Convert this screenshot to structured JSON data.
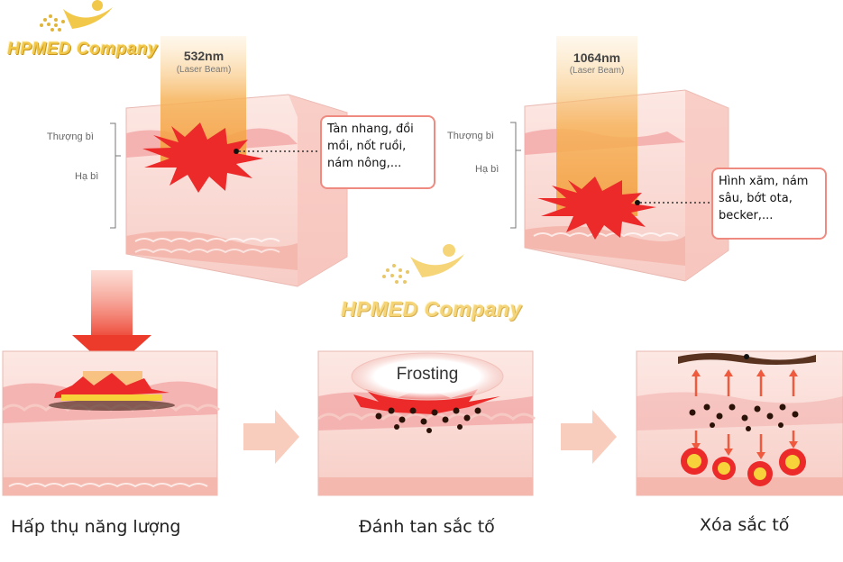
{
  "logo": {
    "text": "HPMED Company"
  },
  "watermark": {
    "text": "HPMED Company"
  },
  "left_block": {
    "beam_wavelength": "532nm",
    "beam_subtitle": "(Laser Beam)",
    "layer_upper": "Thượng bì",
    "layer_lower": "Hạ bì",
    "callout": [
      "Tàn nhang, đồi",
      "mồi, nốt ruồi,",
      "nám nông,..."
    ]
  },
  "right_block": {
    "beam_wavelength": "1064nm",
    "beam_subtitle": "(Laser Beam)",
    "layer_upper": "Thượng bì",
    "layer_lower": "Hạ bì",
    "callout": [
      "Hình xăm, nám",
      "sâu, bớt ota,",
      "becker,..."
    ]
  },
  "process": {
    "frosting_label": "Frosting",
    "steps": [
      "Hấp thụ năng lượng",
      "Đánh tan sắc tố",
      "Xóa sắc tố"
    ]
  },
  "colors": {
    "skin": "#fbe0dc",
    "epidermis": "#f2a9a8",
    "beam": "#f7b656",
    "burst": "#ec2a2a",
    "callout_border": "#ef8a80",
    "arrow": "#f8cdbd",
    "pigment": "#3b1d14",
    "logo": "#f2c84a"
  }
}
